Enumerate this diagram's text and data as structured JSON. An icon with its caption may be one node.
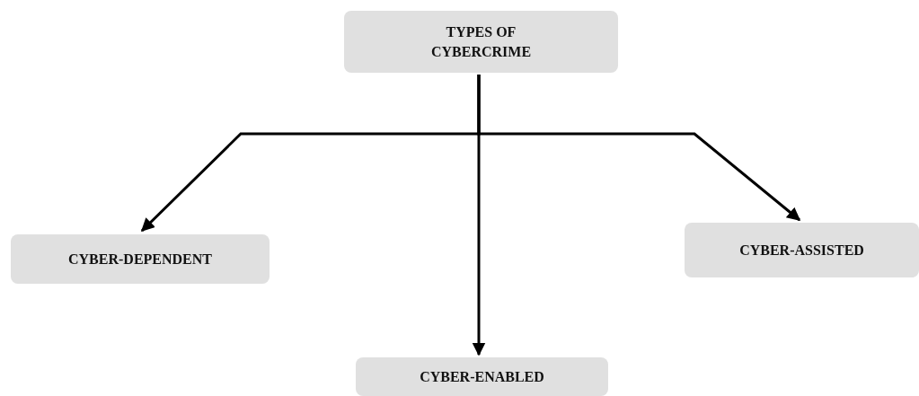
{
  "diagram": {
    "nodes": [
      {
        "text": [
          "TYPES OF CYBERCRIME"
        ]
      },
      {
        "text": [
          "CYBER-DEPENDENT"
        ]
      },
      {
        "text": [
          "CYBER-ENABLED"
        ]
      },
      {
        "text": [
          "CYBER-ASSISTED"
        ]
      }
    ],
    "edges": [
      {
        "from": 0,
        "to": 1,
        "arrow": "to"
      },
      {
        "from": 0,
        "to": 2,
        "arrow": "to"
      },
      {
        "from": 0,
        "to": 3,
        "arrow": "to"
      }
    ]
  }
}
